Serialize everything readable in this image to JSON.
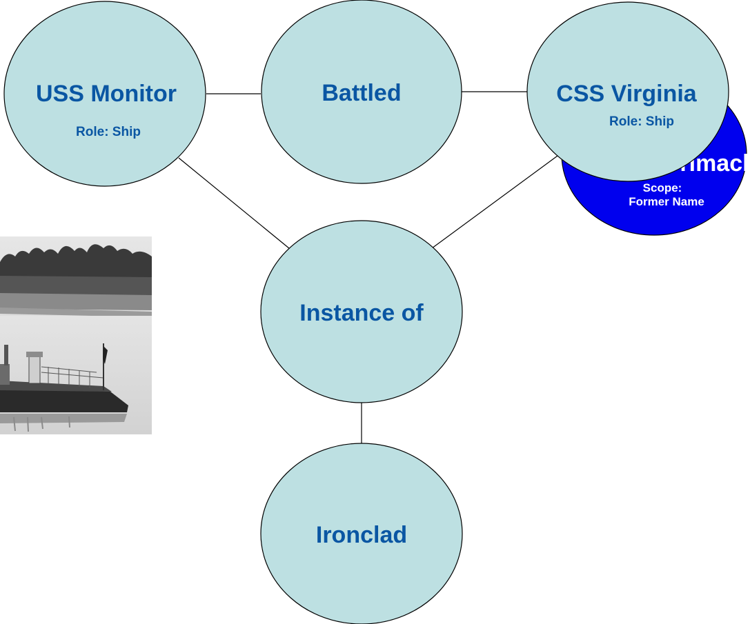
{
  "colors": {
    "node_fill": "#bde0e2",
    "node_stroke": "#000000",
    "text": "#0a56a3",
    "scope_node_fill": "#0000ee",
    "scope_text": "#ffffff",
    "edge": "#000000"
  },
  "nodes": {
    "uss_monitor": {
      "title": "USS Monitor",
      "sub": "Role: Ship"
    },
    "battled": {
      "title": "Battled"
    },
    "css_virginia": {
      "title": "CSS Virginia",
      "sub": "Role: Ship"
    },
    "merrimack": {
      "title": "Merrimack",
      "sub1": "Scope:",
      "sub2": "Former Name"
    },
    "instance_of": {
      "title": "Instance of"
    },
    "ironclad": {
      "title": "Ironclad"
    }
  },
  "photo": {
    "subject": "ironclad-ship-photo"
  }
}
